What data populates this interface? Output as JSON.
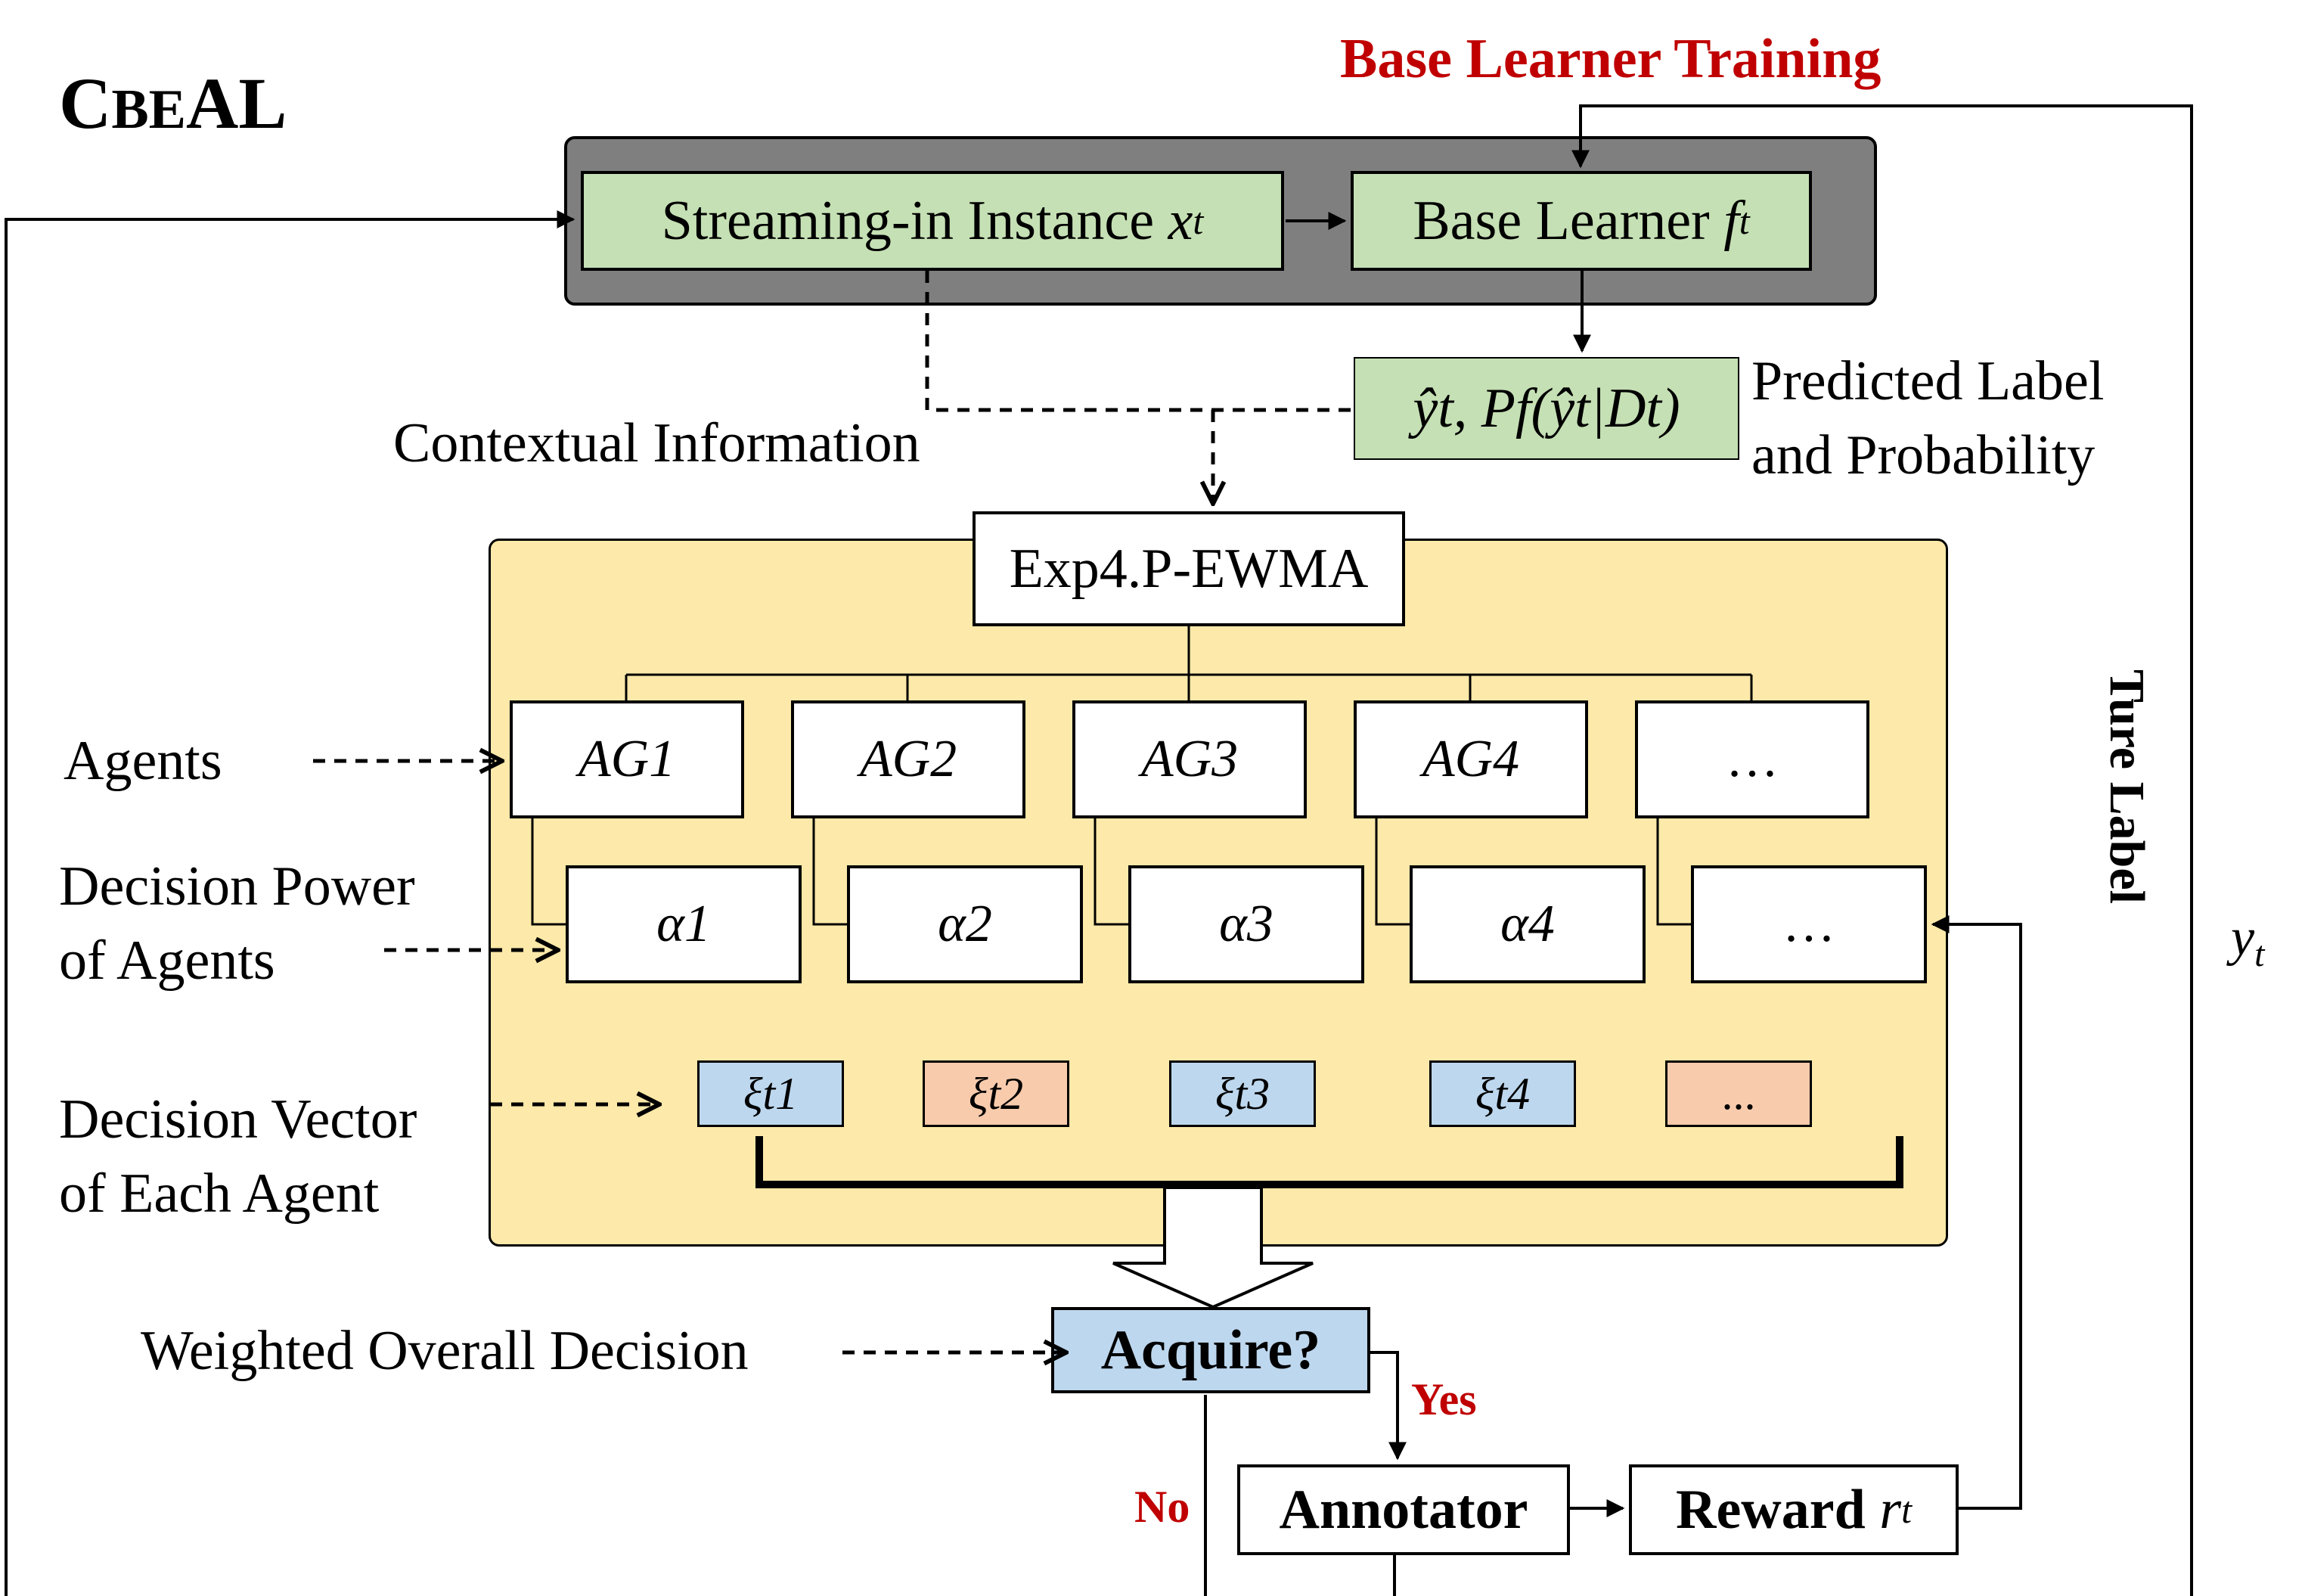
{
  "title": {
    "first": "C",
    "rest": "BE",
    "last": "AL"
  },
  "top": {
    "caption": "Base Learner Training",
    "streaming_label": "Streaming-in Instance",
    "streaming_var": "x",
    "streaming_sub": "t",
    "learner_label": "Base Learner",
    "learner_var": "f",
    "learner_sub": "t"
  },
  "prediction": {
    "formula": "ŷt, Pf(ŷt|Dt)",
    "caption_line1": "Predicted Label",
    "caption_line2": "and Probability"
  },
  "context_label": "Contextual Information",
  "bandit": {
    "title": "Exp4.P-EWMA",
    "agents": [
      "AG1",
      "AG2",
      "AG3",
      "AG4",
      "…"
    ],
    "powers": [
      "α1",
      "α2",
      "α3",
      "α4",
      "…"
    ],
    "vectors": [
      {
        "label": "ξt1",
        "color": "#bdd7ee"
      },
      {
        "label": "ξt2",
        "color": "#f8cbad"
      },
      {
        "label": "ξt3",
        "color": "#bdd7ee"
      },
      {
        "label": "ξt4",
        "color": "#bdd7ee"
      },
      {
        "label": "...",
        "color": "#f8cbad"
      }
    ]
  },
  "side_labels": {
    "agents": "Agents",
    "power_line1": "Decision Power",
    "power_line2": "of Agents",
    "vector_line1": "Decision Vector",
    "vector_line2": "of Each Agent",
    "overall": "Weighted Overall Decision"
  },
  "decision": {
    "acquire": "Acquire?",
    "yes": "Yes",
    "no": "No",
    "annotator": "Annotator",
    "reward_label": "Reward",
    "reward_var": "r",
    "reward_sub": "t"
  },
  "true_label": {
    "text": "Ture Label",
    "var": "y",
    "sub": "t"
  },
  "colors": {
    "green": "#c5e0b4",
    "gray_panel": "#7f7f7f",
    "yellow_panel": "#fde9a9",
    "blue": "#bdd7ee",
    "salmon": "#f8cbad",
    "red_text": "#c00000"
  }
}
